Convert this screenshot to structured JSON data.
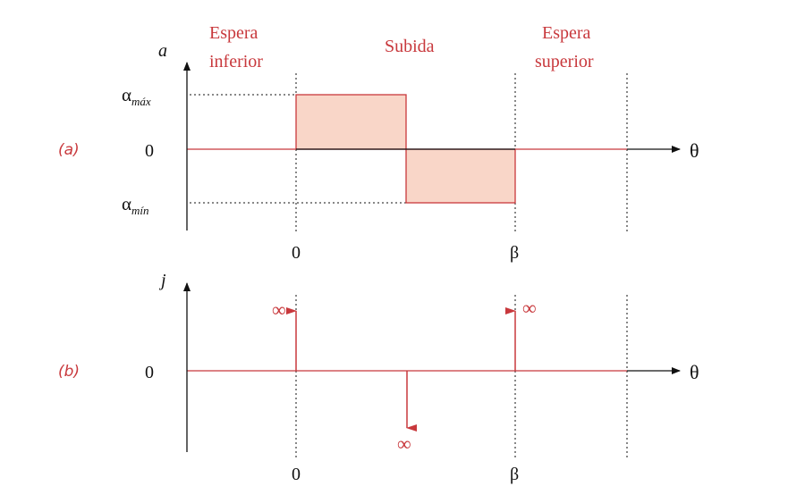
{
  "colors": {
    "accent": "#c8383c",
    "fill": "#f9d6c8",
    "axis": "#111111"
  },
  "phases": {
    "lower_dwell_line1": "Espera",
    "lower_dwell_line2": "inferior",
    "rise": "Subida",
    "upper_dwell_line1": "Espera",
    "upper_dwell_line2": "superior"
  },
  "panel_a": {
    "label": "(a)",
    "y_axis": "a",
    "x_axis": "θ",
    "zero": "0",
    "alpha_max_base": "α",
    "alpha_max_sub": "máx",
    "alpha_min_base": "α",
    "alpha_min_sub": "mín",
    "x_tick_0": "0",
    "x_tick_beta": "β"
  },
  "panel_b": {
    "label": "(b)",
    "y_axis": "j",
    "x_axis": "θ",
    "zero": "0",
    "impulse_start": "∞",
    "impulse_mid": "∞",
    "impulse_end": "∞",
    "x_tick_0": "0",
    "x_tick_beta": "β"
  }
}
